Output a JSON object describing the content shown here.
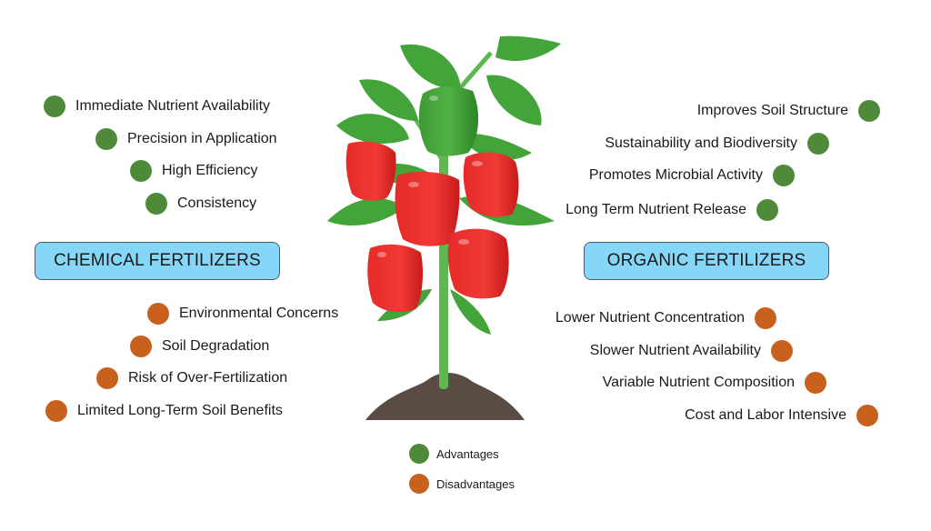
{
  "colors": {
    "advantage": "#4f8a3b",
    "disadvantage": "#c8601e",
    "box_fill": "#86d6f7",
    "box_border": "#4b5a66"
  },
  "chemical": {
    "title": "CHEMICAL FERTILIZERS",
    "advantages": [
      "Immediate Nutrient Availability",
      "Precision in Application",
      "High Efficiency",
      "Consistency"
    ],
    "disadvantages": [
      "Environmental Concerns",
      "Soil Degradation",
      "Risk of Over-Fertilization",
      "Limited Long-Term Soil Benefits"
    ]
  },
  "organic": {
    "title": "ORGANIC FERTILIZERS",
    "advantages": [
      "Improves Soil Structure",
      "Sustainability and Biodiversity",
      "Promotes Microbial Activity",
      "Long Term Nutrient Release"
    ],
    "disadvantages": [
      "Lower Nutrient Concentration",
      "Slower Nutrient Availability",
      "Variable Nutrient Composition",
      "Cost and Labor Intensive"
    ]
  },
  "legend": {
    "advantages": "Advantages",
    "disadvantages": "Disadvantages"
  },
  "illustration": {
    "subject": "bell-pepper-plant",
    "icon": "plant-illustration"
  }
}
